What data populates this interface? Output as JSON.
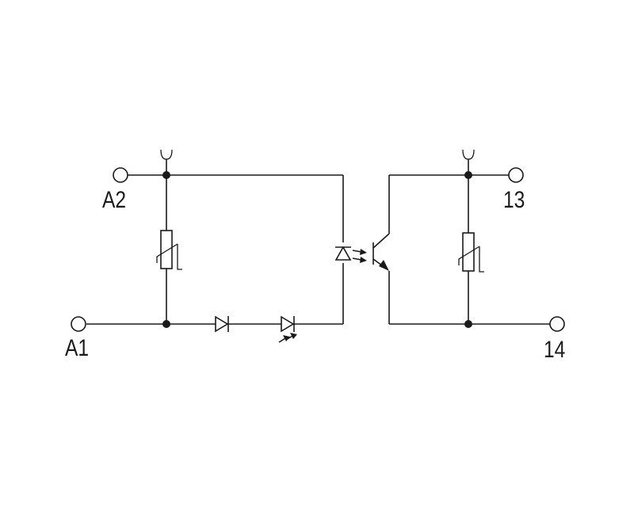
{
  "diagram": {
    "terminals": {
      "a2": "A2",
      "a1": "A1",
      "t13": "13",
      "t14": "14"
    },
    "colors": {
      "line": "#1a1a1a",
      "background": "#ffffff"
    }
  }
}
